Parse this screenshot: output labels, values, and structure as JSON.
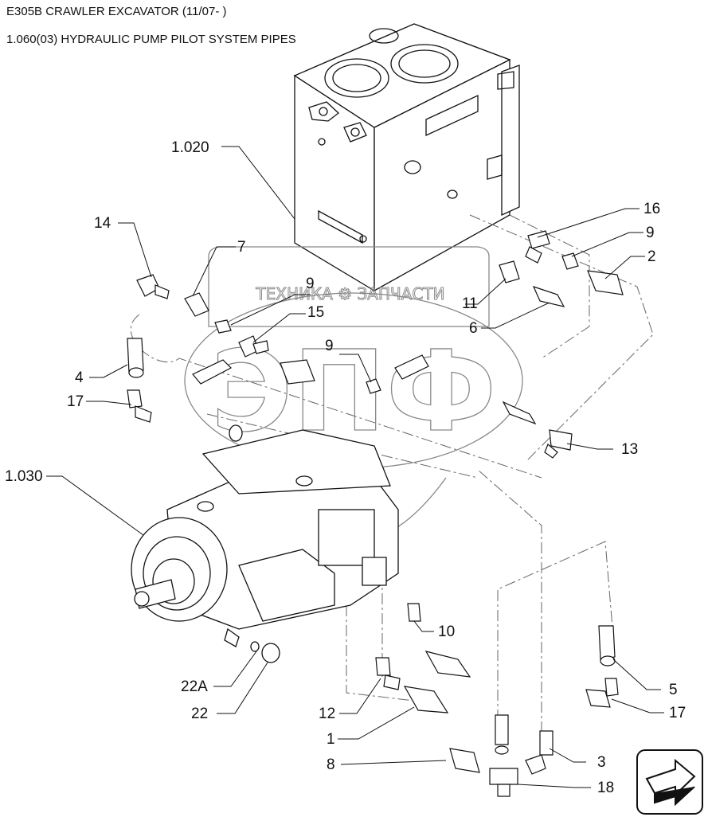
{
  "header": {
    "title": "E305B CRAWLER EXCAVATOR (11/07- )",
    "subtitle": "1.060(03) HYDRAULIC PUMP PILOT SYSTEM PIPES"
  },
  "watermark": {
    "text": "ТЕХНИКА ⚙ ЗАПЧАСТИ",
    "logo": "ЭПФ"
  },
  "labels": {
    "p1020": "1.020",
    "p1030": "1.030",
    "p14": "14",
    "p7": "7",
    "p16": "16",
    "p9a": "9",
    "p2": "2",
    "p9b": "9",
    "p15": "15",
    "p11": "11",
    "p6": "6",
    "p9c": "9",
    "p4": "4",
    "p17a": "17",
    "p13": "13",
    "p10": "10",
    "p5": "5",
    "p17b": "17",
    "p22a": "22A",
    "p22": "22",
    "p12": "12",
    "p1": "1",
    "p8": "8",
    "p3": "3",
    "p18": "18"
  },
  "colors": {
    "line": "#111111",
    "watermark": "#888888"
  },
  "icons": {
    "nav": "next-page-arrow-icon"
  }
}
